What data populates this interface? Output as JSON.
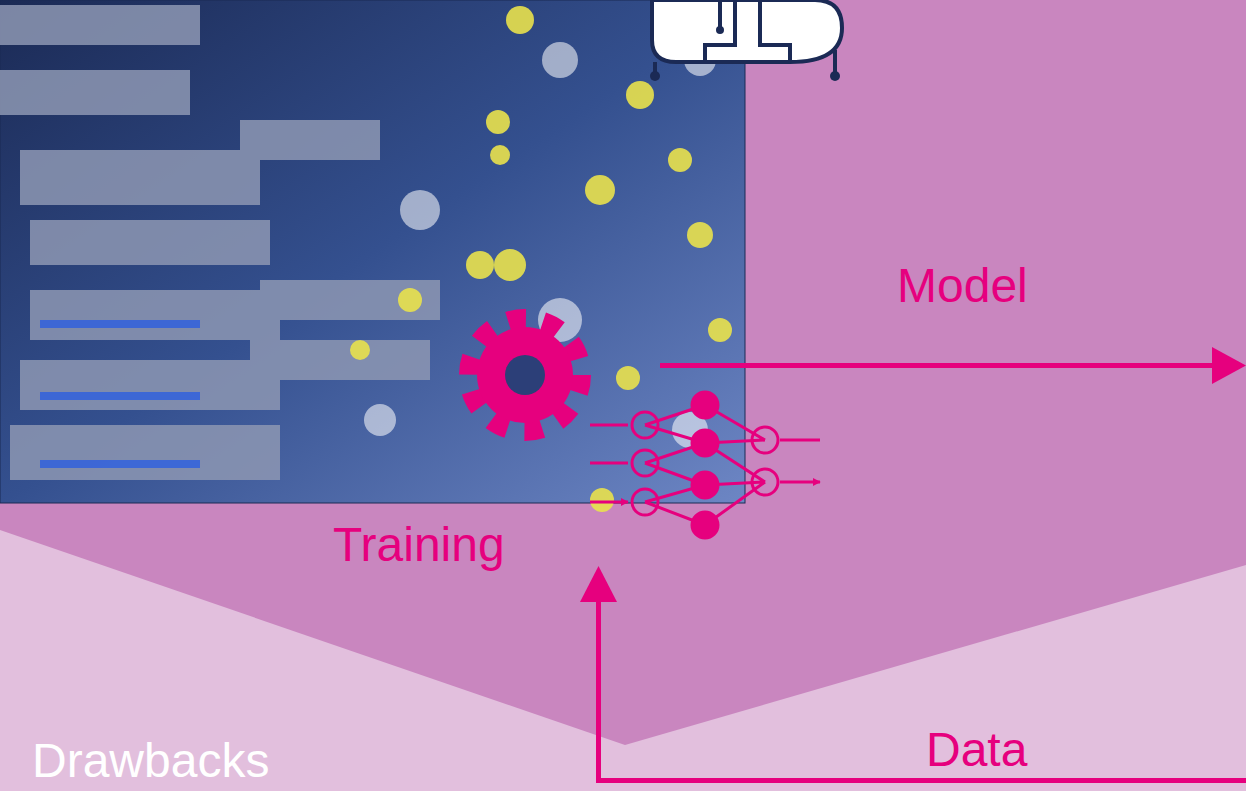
{
  "diagram": {
    "labels": [
      "Model",
      "Training",
      "Drawbacks",
      "Data"
    ]
  }
}
